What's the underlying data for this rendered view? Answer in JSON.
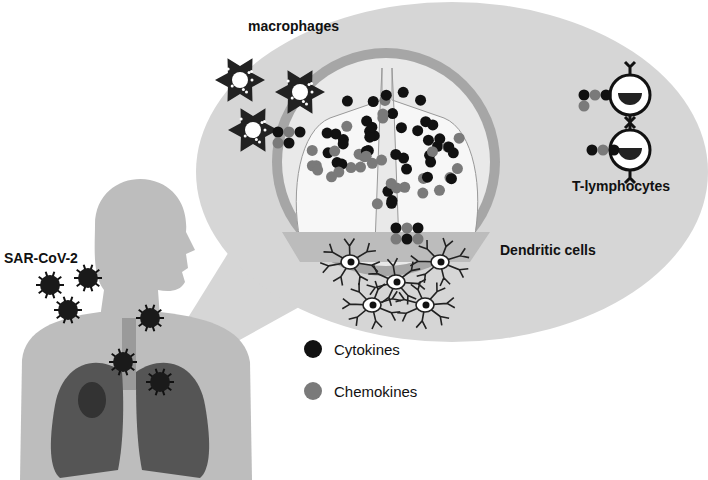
{
  "diagram": {
    "labels": [
      "macrophages",
      "SAR-CoV-2",
      "T-lymphocytes",
      "Dendritic cells"
    ],
    "legend": [
      {
        "text": "Cytokines",
        "color": "#111111"
      },
      {
        "text": "Chemokines",
        "color": "#7a7a7a"
      }
    ]
  }
}
